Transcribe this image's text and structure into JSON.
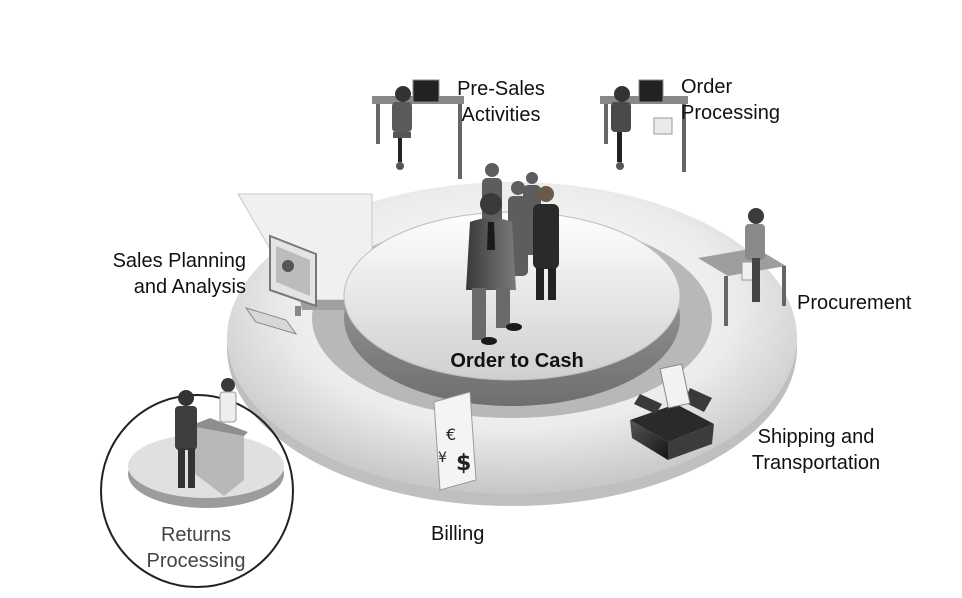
{
  "diagram": {
    "center_label": "Order to Cash",
    "steps": [
      {
        "id": "pre-sales",
        "label": "Pre-Sales\nActivities"
      },
      {
        "id": "order-processing",
        "label": "Order\nProcessing"
      },
      {
        "id": "procurement",
        "label": "Procurement"
      },
      {
        "id": "shipping",
        "label": "Shipping and\nTransportation"
      },
      {
        "id": "billing",
        "label": "Billing"
      },
      {
        "id": "sales-planning",
        "label": "Sales Planning\nand Analysis"
      },
      {
        "id": "returns",
        "label": "Returns\nProcessing"
      }
    ],
    "billing_currency_symbols": [
      "€",
      "¥",
      "$"
    ],
    "colors": {
      "ring_light": "#f2f2f2",
      "ring_dark": "#9a9a9a",
      "text": "#111111",
      "returns_text": "#444444"
    }
  }
}
